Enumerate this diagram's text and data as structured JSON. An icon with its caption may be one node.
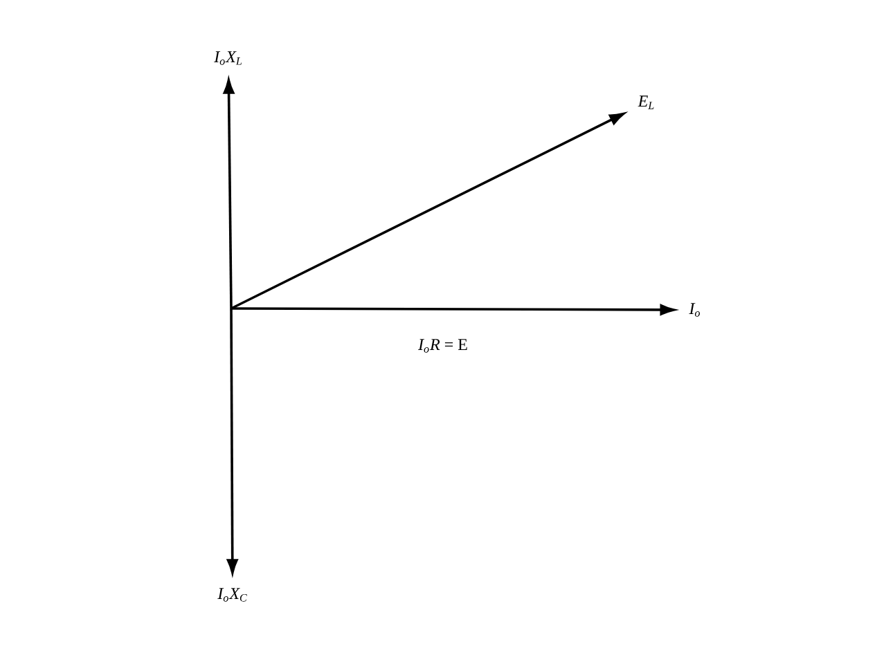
{
  "diagram": {
    "nodes": [
      {
        "text": [
          "I$_{o}$X$_{L}$"
        ]
      },
      {
        "text": [
          "E$_{L}$"
        ]
      },
      {
        "text": [
          "I$_{o}$"
        ]
      },
      {
        "text": [
          "I$_{o}$X$_{C}$"
        ]
      }
    ],
    "edges": [
      {
        "from": null,
        "to": 0,
        "arrow": "to"
      },
      {
        "from": null,
        "to": 1,
        "arrow": "to"
      },
      {
        "from": null,
        "to": 2,
        "arrow": "to",
        "label": "*I$_{o}$R* = E"
      },
      {
        "from": null,
        "to": 3,
        "arrow": "to"
      }
    ]
  }
}
